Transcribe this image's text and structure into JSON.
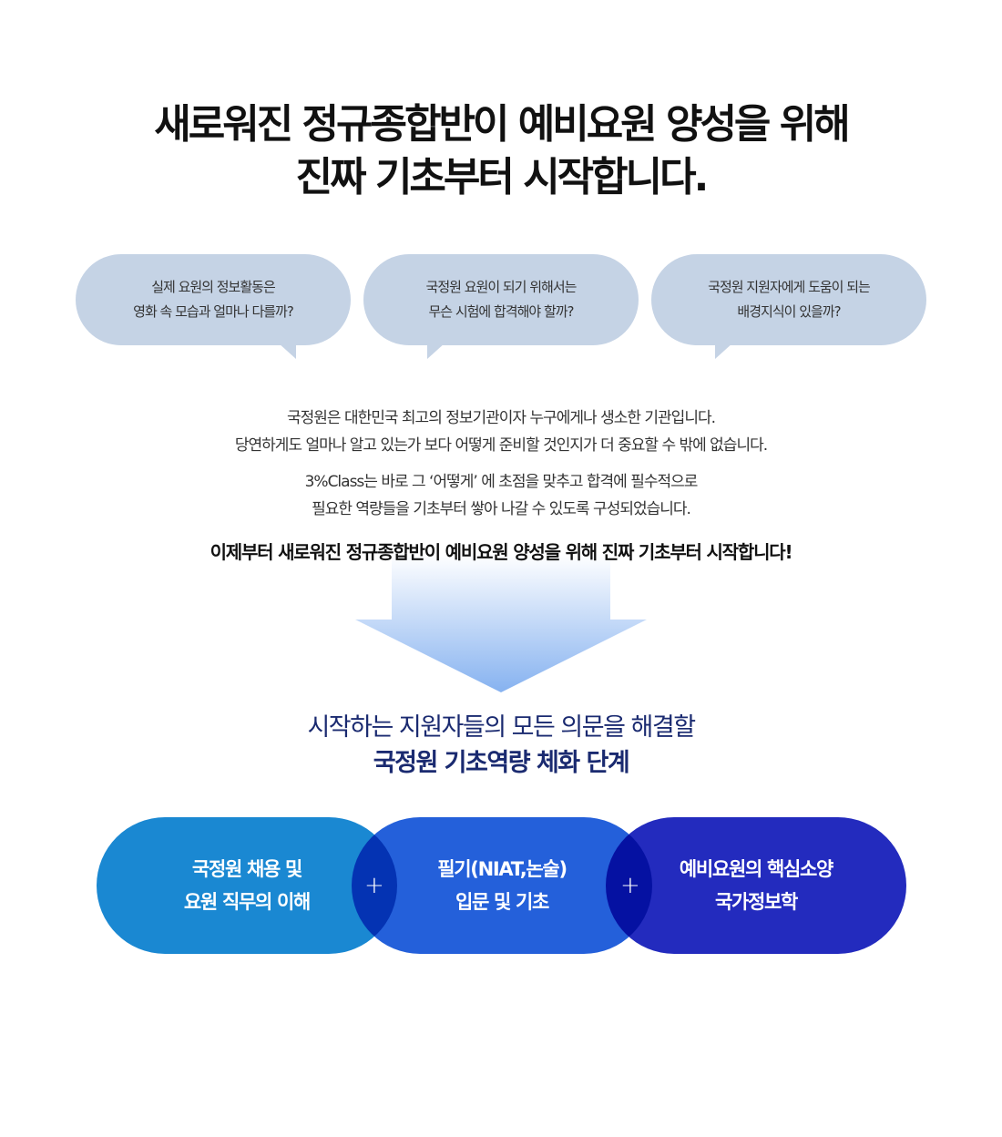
{
  "title": {
    "line1": "새로워진 정규종합반이 예비요원 양성을 위해",
    "line2": "진짜 기초부터 시작합니다."
  },
  "bubbles": [
    {
      "line1": "실제 요원의 정보활동은",
      "line2": "영화 속 모습과 얼마나 다를까?"
    },
    {
      "line1": "국정원 요원이 되기 위해서는",
      "line2": "무슨 시험에 합격해야 할까?"
    },
    {
      "line1": "국정원 지원자에게 도움이 되는",
      "line2": "배경지식이 있을까?"
    }
  ],
  "description": {
    "p1": [
      "국정원은 대한민국 최고의 정보기관이자 누구에게나 생소한 기관입니다.",
      "당연하게도 얼마나 알고 있는가 보다 어떻게 준비할 것인지가 더 중요할 수 밖에 없습니다."
    ],
    "p2": [
      "3%Class는 바로 그 ‘어떻게’ 에 초점을 맞추고 합격에 필수적으로",
      "필요한 역량들을 기초부터 쌓아 나갈 수 있도록 구성되었습니다."
    ],
    "emphasis": "이제부터 새로워진 정규종합반이 예비요원 양성을 위해 진짜 기초부터 시작합니다!"
  },
  "stage": {
    "line1": "시작하는 지원자들의 모든 의문을 해결할",
    "line2": "국정원 기초역량 체화 단계"
  },
  "pills": [
    {
      "line1": "국정원 채용 및",
      "line2": "요원 직무의 이해",
      "color": "#1a88d2"
    },
    {
      "line1": "필기(NIAT,논술)",
      "line2": "입문 및 기초",
      "color": "#1b5ad8"
    },
    {
      "line1": "예비요원의 핵심소양",
      "line2": "국가정보학",
      "color": "#1a22bb"
    }
  ],
  "plus_symbol": "+"
}
